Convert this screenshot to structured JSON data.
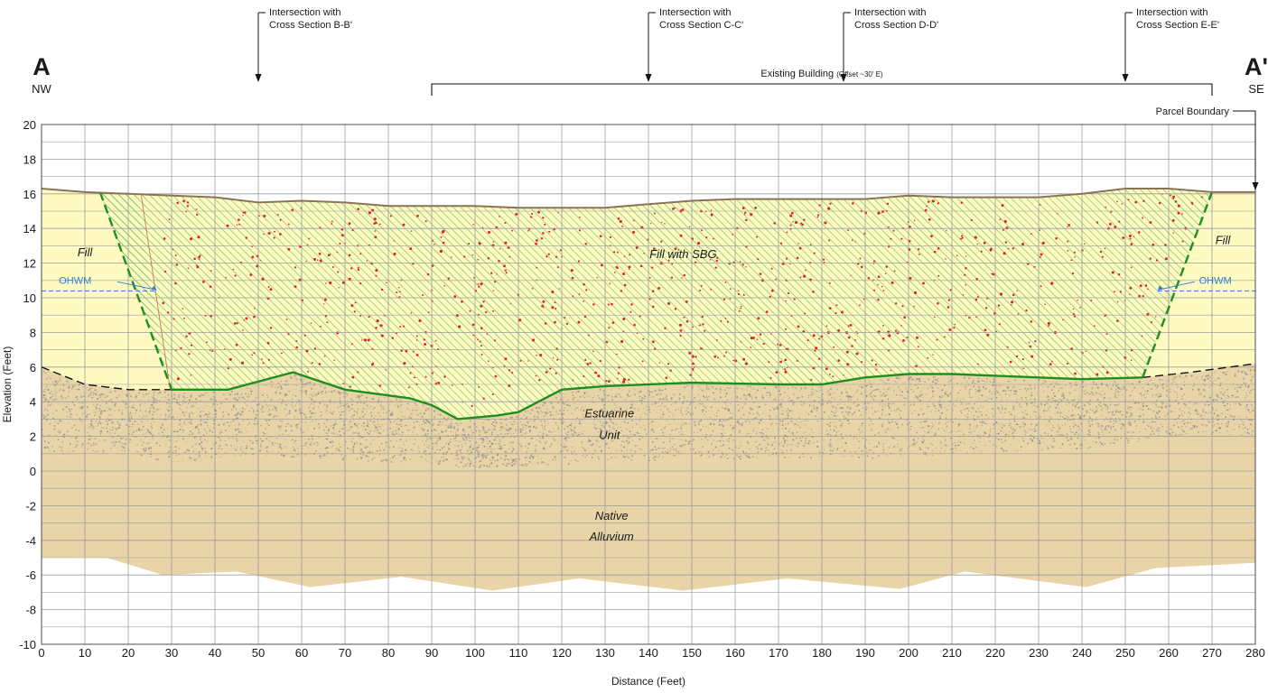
{
  "chart_data": {
    "type": "cross-section",
    "xlabel": "Distance (Feet)",
    "ylabel": "Elevation (Feet)",
    "xlim": [
      0,
      280
    ],
    "ylim": [
      -10,
      20
    ],
    "x_ticks": [
      0,
      10,
      20,
      30,
      40,
      50,
      60,
      70,
      80,
      90,
      100,
      110,
      120,
      130,
      140,
      150,
      160,
      170,
      180,
      190,
      200,
      210,
      220,
      230,
      240,
      250,
      260,
      270,
      280
    ],
    "y_ticks": [
      20,
      18,
      16,
      14,
      12,
      10,
      8,
      6,
      4,
      2,
      0,
      -2,
      -4,
      -6,
      -8,
      -10
    ],
    "grid": true,
    "section_ends": {
      "start": {
        "letter": "A",
        "direction": "NW"
      },
      "end": {
        "letter": "A'",
        "direction": "SE"
      }
    },
    "intersections": [
      {
        "x": 50,
        "line1": "Intersection with",
        "line2": "Cross Section B-B'"
      },
      {
        "x": 140,
        "line1": "Intersection with",
        "line2": "Cross Section C-C'"
      },
      {
        "x": 185,
        "line1": "Intersection with",
        "line2": "Cross Section D-D'"
      },
      {
        "x": 250,
        "line1": "Intersection with",
        "line2": "Cross Section E-E'"
      }
    ],
    "building": {
      "label": "Existing Building",
      "note": "(Offset ~30' E)",
      "x_start": 90,
      "x_end": 270
    },
    "parcel_boundary": {
      "label": "Parcel Boundary",
      "x": 280
    },
    "ohwm": {
      "label": "OHWM",
      "elevation": 10.4
    },
    "units": {
      "fill": "Fill",
      "fill_sbg": "Fill with SBG",
      "estuarine_line1": "Estuarine",
      "estuarine_line2": "Unit",
      "alluvium_line1": "Native",
      "alluvium_line2": "Alluvium"
    },
    "ground_surface": [
      [
        0,
        16.3
      ],
      [
        10,
        16.1
      ],
      [
        20,
        16.0
      ],
      [
        30,
        15.9
      ],
      [
        40,
        15.8
      ],
      [
        50,
        15.5
      ],
      [
        60,
        15.6
      ],
      [
        70,
        15.5
      ],
      [
        80,
        15.3
      ],
      [
        90,
        15.3
      ],
      [
        100,
        15.3
      ],
      [
        110,
        15.2
      ],
      [
        120,
        15.2
      ],
      [
        130,
        15.2
      ],
      [
        140,
        15.4
      ],
      [
        150,
        15.6
      ],
      [
        160,
        15.7
      ],
      [
        170,
        15.7
      ],
      [
        180,
        15.7
      ],
      [
        190,
        15.7
      ],
      [
        200,
        15.9
      ],
      [
        210,
        15.8
      ],
      [
        220,
        15.8
      ],
      [
        230,
        15.8
      ],
      [
        240,
        16.0
      ],
      [
        250,
        16.3
      ],
      [
        260,
        16.3
      ],
      [
        270,
        16.1
      ],
      [
        280,
        16.1
      ]
    ],
    "excavation_base": [
      [
        30,
        4.7
      ],
      [
        43,
        4.7
      ],
      [
        58,
        5.7
      ],
      [
        70,
        4.7
      ],
      [
        85,
        4.2
      ],
      [
        90,
        3.8
      ],
      [
        96,
        3.0
      ],
      [
        105,
        3.2
      ],
      [
        110,
        3.4
      ],
      [
        120,
        4.7
      ],
      [
        130,
        4.9
      ],
      [
        150,
        5.1
      ],
      [
        170,
        5.0
      ],
      [
        180,
        5.0
      ],
      [
        190,
        5.4
      ],
      [
        200,
        5.6
      ],
      [
        210,
        5.6
      ],
      [
        220,
        5.5
      ],
      [
        240,
        5.3
      ],
      [
        254,
        5.4
      ]
    ],
    "excavation_left_wall": [
      [
        13.5,
        16.1
      ],
      [
        30,
        4.7
      ]
    ],
    "excavation_right_wall": [
      [
        254,
        5.4
      ],
      [
        270,
        16.1
      ]
    ],
    "fill_base_left": [
      [
        0,
        6.0
      ],
      [
        10,
        5.0
      ],
      [
        20,
        4.7
      ],
      [
        30,
        4.7
      ]
    ],
    "fill_base_right": [
      [
        254,
        5.4
      ],
      [
        265,
        5.7
      ],
      [
        280,
        6.2
      ]
    ],
    "estuarine_base": [
      [
        0,
        0.9
      ],
      [
        20,
        1.0
      ],
      [
        30,
        0.3
      ],
      [
        50,
        0.9
      ],
      [
        60,
        0.7
      ],
      [
        75,
        0.5
      ],
      [
        90,
        0.3
      ],
      [
        100,
        0.1
      ],
      [
        110,
        0.2
      ],
      [
        120,
        0.3
      ],
      [
        130,
        0.5
      ],
      [
        150,
        0.6
      ],
      [
        170,
        0.7
      ],
      [
        190,
        0.7
      ],
      [
        200,
        0.6
      ],
      [
        210,
        0.9
      ],
      [
        230,
        1.1
      ],
      [
        245,
        1.3
      ],
      [
        255,
        1.7
      ],
      [
        265,
        2.0
      ],
      [
        280,
        2.0
      ]
    ],
    "alluvium_base": [
      [
        0,
        -5.0
      ],
      [
        15,
        -5.0
      ],
      [
        28,
        -6.0
      ],
      [
        45,
        -5.8
      ],
      [
        62,
        -6.7
      ],
      [
        83,
        -6.1
      ],
      [
        104,
        -6.9
      ],
      [
        124,
        -6.2
      ],
      [
        148,
        -6.9
      ],
      [
        172,
        -6.2
      ],
      [
        198,
        -6.8
      ],
      [
        213,
        -5.8
      ],
      [
        241,
        -6.7
      ],
      [
        257,
        -5.6
      ],
      [
        280,
        -5.3
      ]
    ]
  },
  "colors": {
    "background": "#ffffff",
    "fill_yellow": "#fff9c2",
    "sand": "#e8d4a6",
    "speckle": "#8f8f8f",
    "hatch_green": "#4fc04f",
    "speckle_red": "#e52222",
    "excavation_line": "#1e8f1e",
    "ground_line": "#8b7355",
    "ohwm_blue": "#2a7fd4",
    "grid": "#9c9c9c"
  }
}
